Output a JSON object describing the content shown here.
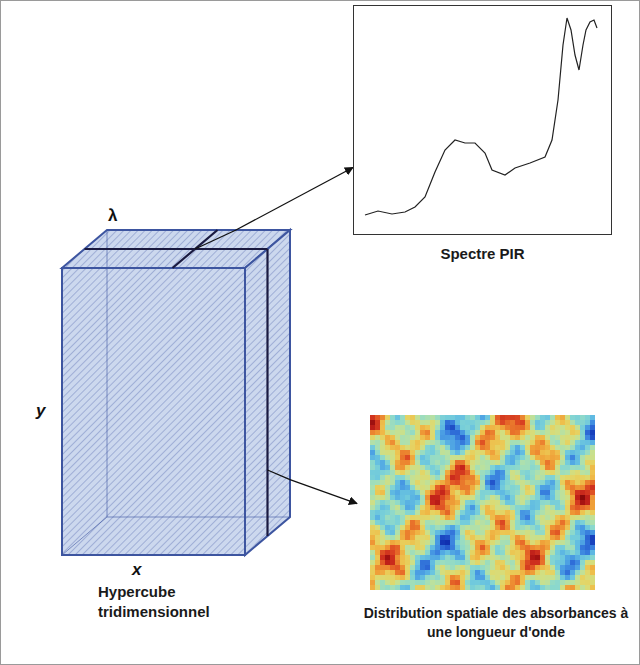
{
  "diagram": {
    "nodes": [
      {
        "text": [
          "Hypercube tridimensionnel"
        ]
      },
      {
        "text": [
          "Spectre PIR"
        ]
      },
      {
        "text": [
          "Distribution spatiale des absorbances à une longueur d'onde"
        ]
      }
    ],
    "edges": [
      {
        "from": 0,
        "to": 1,
        "arrow": "to"
      },
      {
        "from": 0,
        "to": 2,
        "arrow": "to"
      }
    ],
    "labels": [
      "λ",
      "y",
      "x"
    ]
  }
}
